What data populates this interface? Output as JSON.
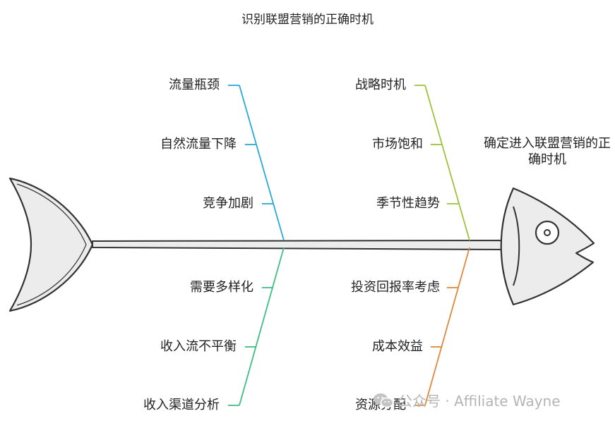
{
  "title": "识别联盟营销的正确时机",
  "head_label": "确定进入联盟营销的正确时机",
  "bones": {
    "upper_left": {
      "color": "#29a9d6",
      "items": [
        "流量瓶颈",
        "自然流量下降",
        "竞争加剧"
      ]
    },
    "upper_right": {
      "color": "#9cc33b",
      "items": [
        "战略时机",
        "市场饱和",
        "季节性趋势"
      ]
    },
    "lower_left": {
      "color": "#3cc081",
      "items": [
        "需要多样化",
        "收入流不平衡",
        "收入渠道分析"
      ]
    },
    "lower_right": {
      "color": "#e0883a",
      "items": [
        "投资回报率考虑",
        "成本效益",
        "资源分配"
      ]
    }
  },
  "watermark": {
    "icon": "wechat-icon",
    "text": "公众号 · Affiliate Wayne"
  }
}
